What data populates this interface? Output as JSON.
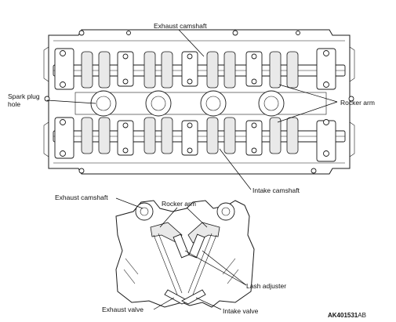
{
  "labels": {
    "exhaust_camshaft_top": "Exhaust camshaft",
    "spark_plug_hole": "Spark plug\nhole",
    "rocker_arm_right": "Rocker arm",
    "intake_camshaft": "Intake camshaft",
    "exhaust_camshaft_bottom": "Exhaust camshaft",
    "rocker_arm_bottom": "Rocker arm",
    "lash_adjuster": "Lash adjuster",
    "exhaust_valve": "Exhaust valve",
    "intake_valve": "Intake valve"
  },
  "figure_code": {
    "main": "AK401531",
    "suffix": "AB"
  }
}
